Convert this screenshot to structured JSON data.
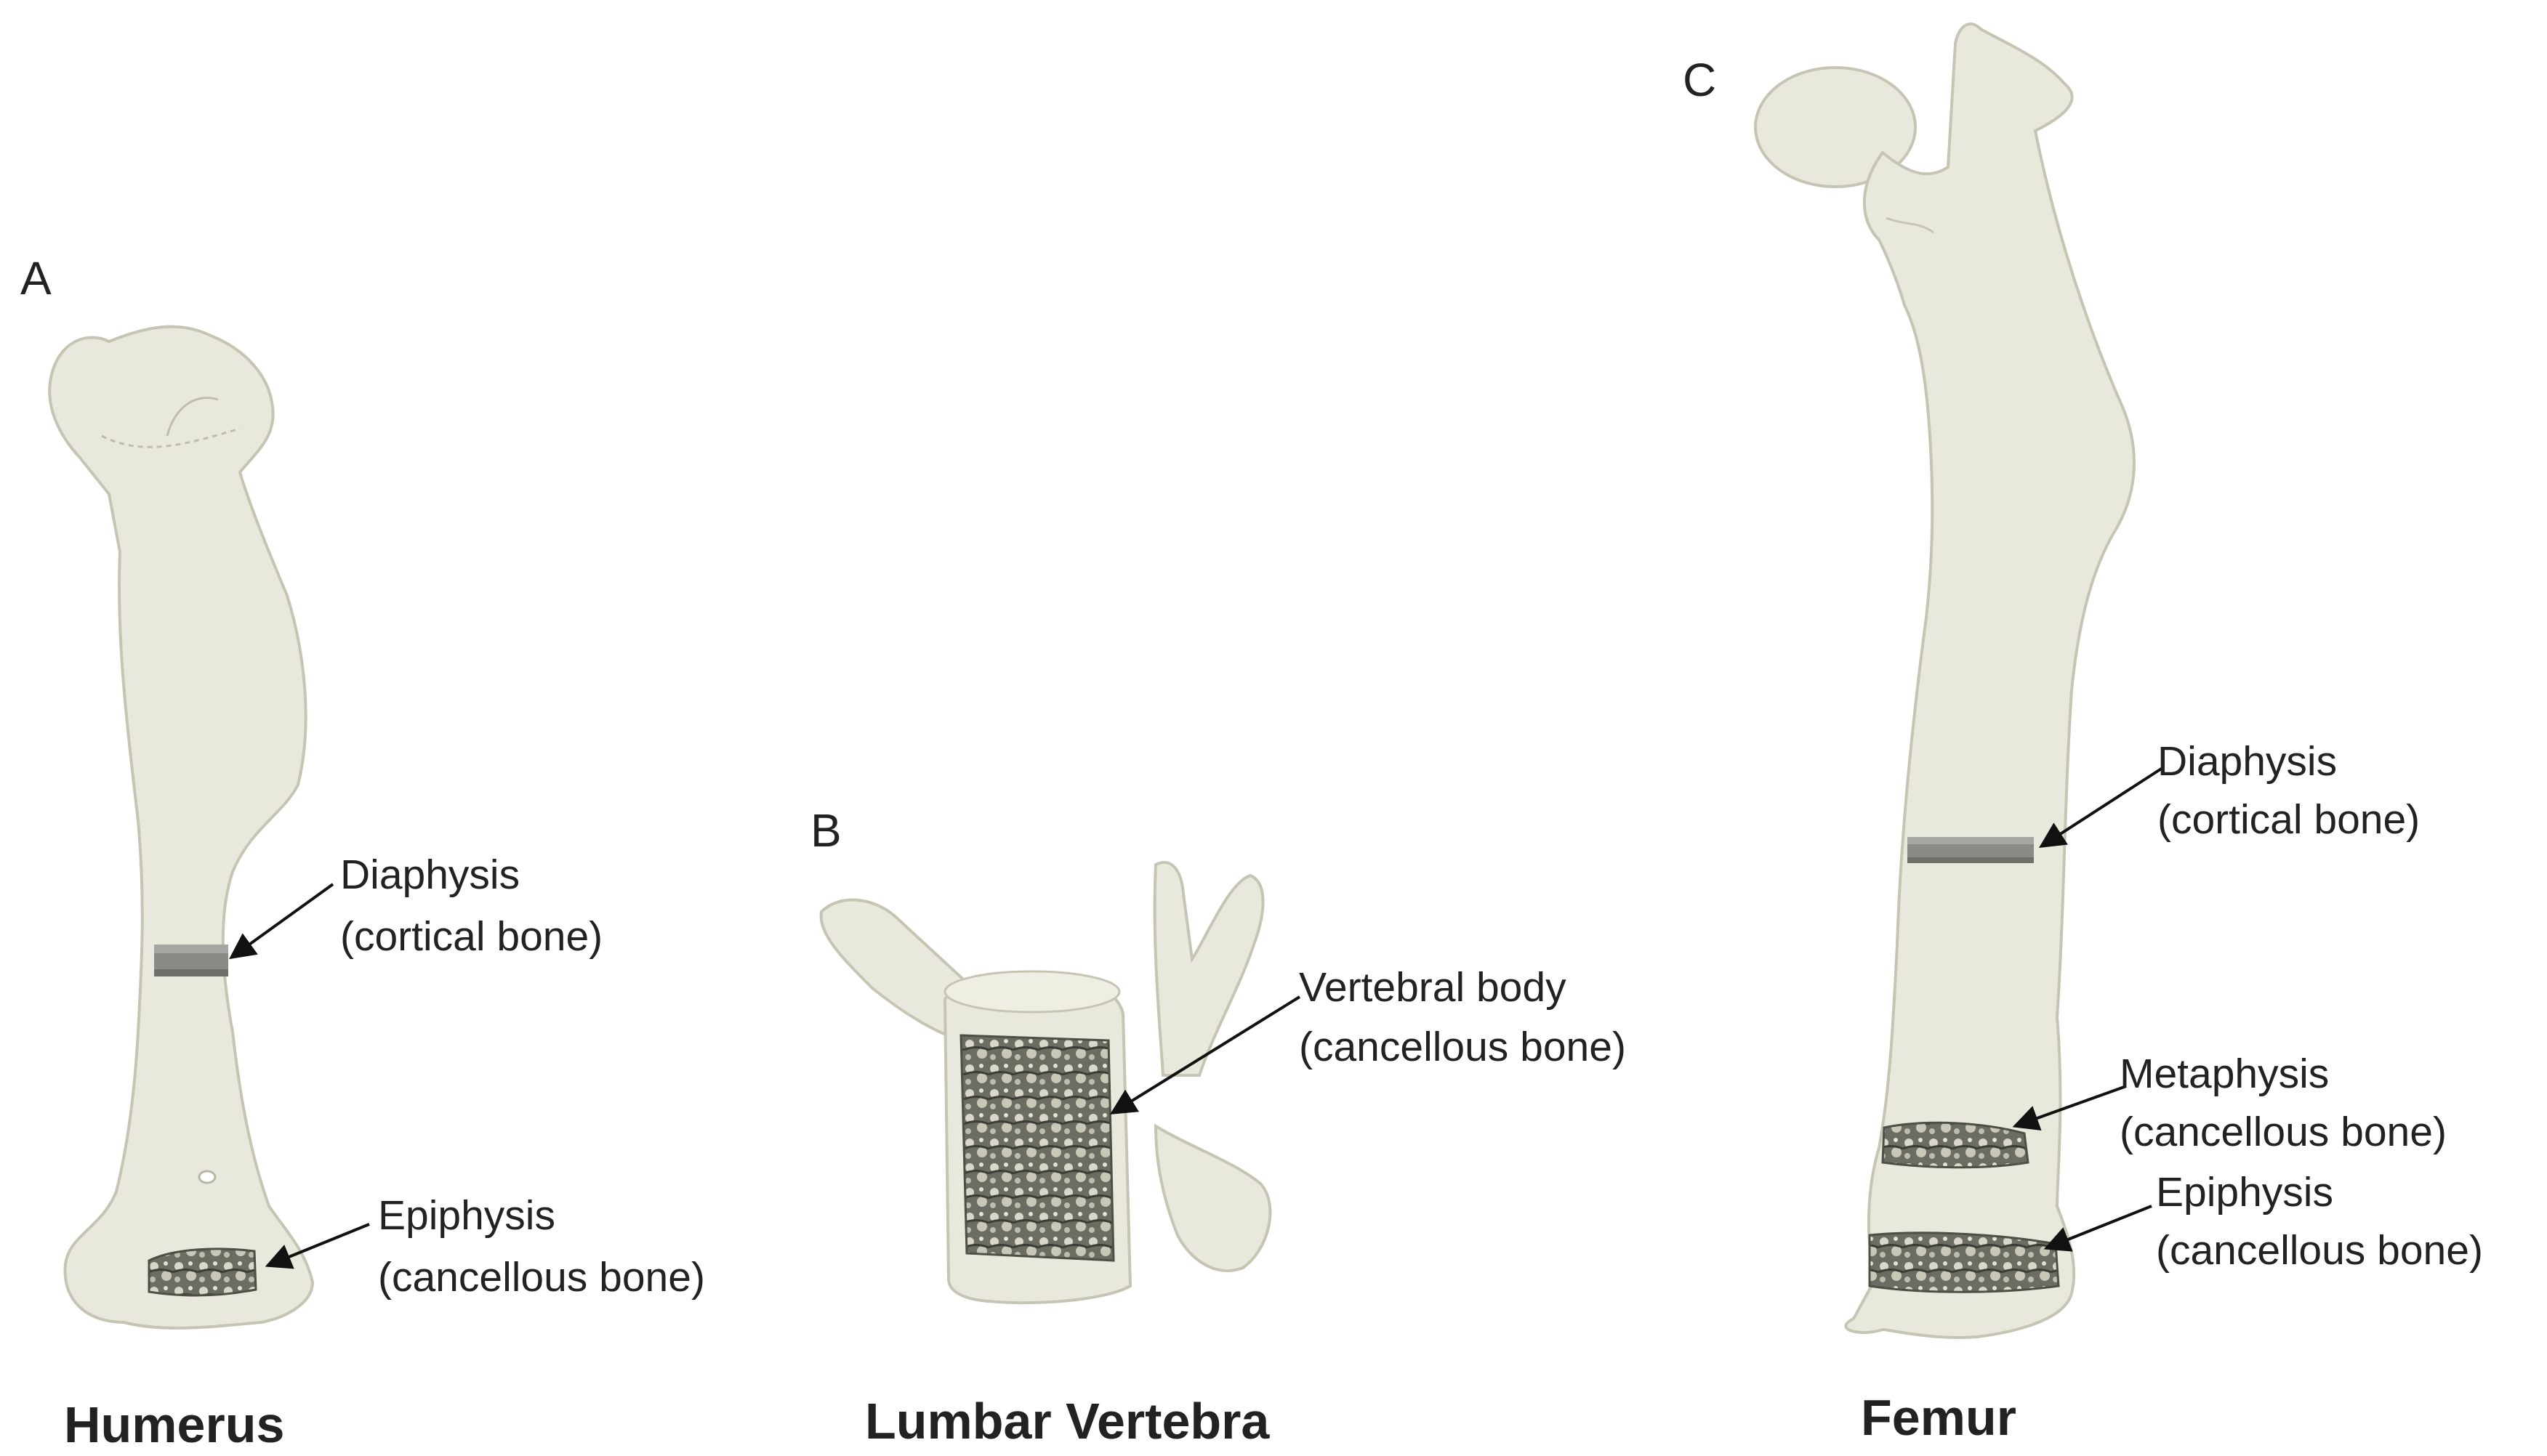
{
  "panels": [
    {
      "letter": "A",
      "caption": "Humerus",
      "annotations": [
        {
          "lines": [
            "Diaphysis",
            "(cortical bone)"
          ]
        },
        {
          "lines": [
            "Epiphysis",
            "(cancellous bone)"
          ]
        }
      ]
    },
    {
      "letter": "B",
      "caption": "Lumbar Vertebra",
      "annotations": [
        {
          "lines": [
            "Vertebral body",
            "(cancellous bone)"
          ]
        }
      ]
    },
    {
      "letter": "C",
      "caption": "Femur",
      "annotations": [
        {
          "lines": [
            "Diaphysis",
            "(cortical bone)"
          ]
        },
        {
          "lines": [
            "Metaphysis",
            "(cancellous bone)"
          ]
        },
        {
          "lines": [
            "Epiphysis",
            "(cancellous bone)"
          ]
        }
      ]
    }
  ],
  "colors": {
    "bone_fill": "#e9e8dc",
    "bone_edge": "#c9c8b8",
    "cortical_band": "#8a8a86",
    "cancellous_region": "#5d5f55",
    "text": "#222222",
    "arrow": "#111111"
  }
}
